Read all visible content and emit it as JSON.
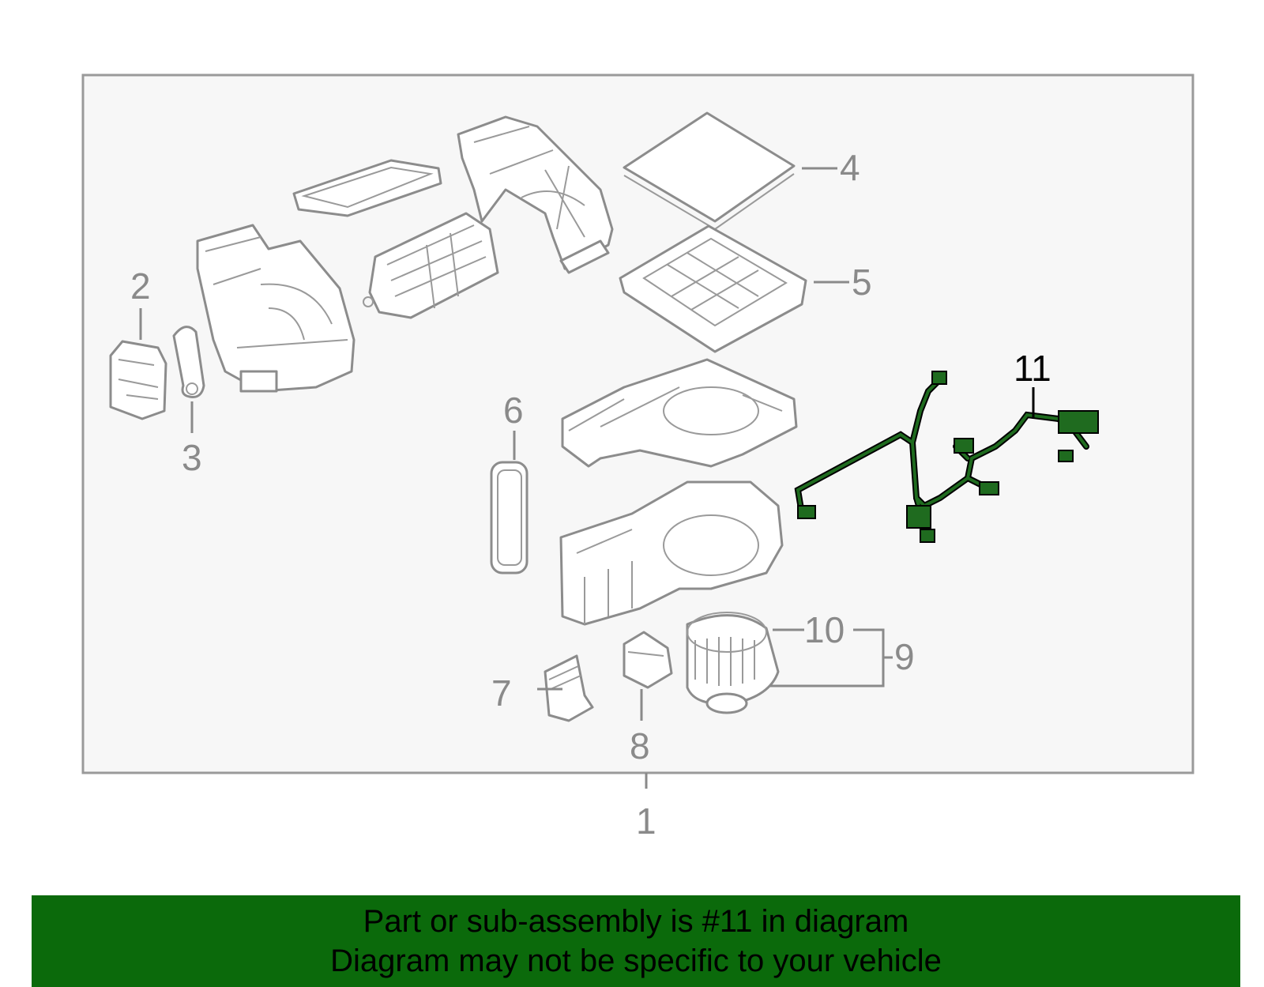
{
  "callouts": {
    "c1": "1",
    "c2": "2",
    "c3": "3",
    "c4": "4",
    "c5": "5",
    "c6": "6",
    "c7": "7",
    "c8": "8",
    "c9": "9",
    "c10": "10",
    "c11": "11"
  },
  "banner": {
    "line1": "Part or sub-assembly is #11 in diagram",
    "line2": "Diagram may not be specific to your vehicle"
  },
  "colors": {
    "highlight_part": "#1f6b1f",
    "banner_bg": "#0b6a0b",
    "frame_bg": "#f7f7f7"
  }
}
